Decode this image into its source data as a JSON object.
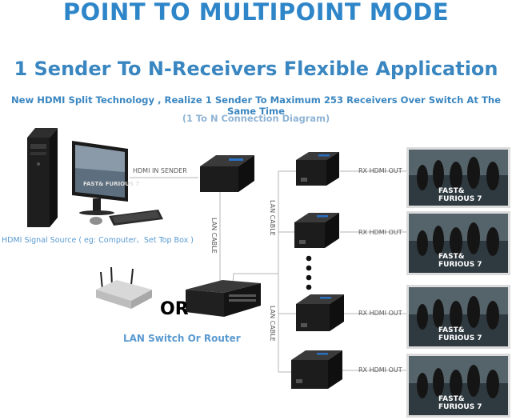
{
  "header": {
    "title": "POINT TO MULTIPOINT MODE",
    "subtitle": "1 Sender To N-Receivers Flexible Application",
    "description": "New HDMI Split Technology , Realize 1 Sender To Maximum 253 Receivers Over Switch At The Same Time",
    "caption": "(1 To N Connection Diagram)"
  },
  "labels": {
    "sender": "HDMI IN SENDER",
    "source": "HDMI Signal Source ( eg: Computer、Set Top Box )",
    "lan_cable": "LAN CABLE",
    "or": "OR",
    "switch": "LAN Switch Or Router",
    "rx_out": "RX HDMI OUT"
  },
  "screens": {
    "brand_line1": "FAST&",
    "brand_line2": "FURIOUS 7"
  },
  "colors": {
    "title": "#2e86c9",
    "caption": "#8fb4d4",
    "device": "#1c1c1c",
    "line": "#b5b5b5"
  }
}
